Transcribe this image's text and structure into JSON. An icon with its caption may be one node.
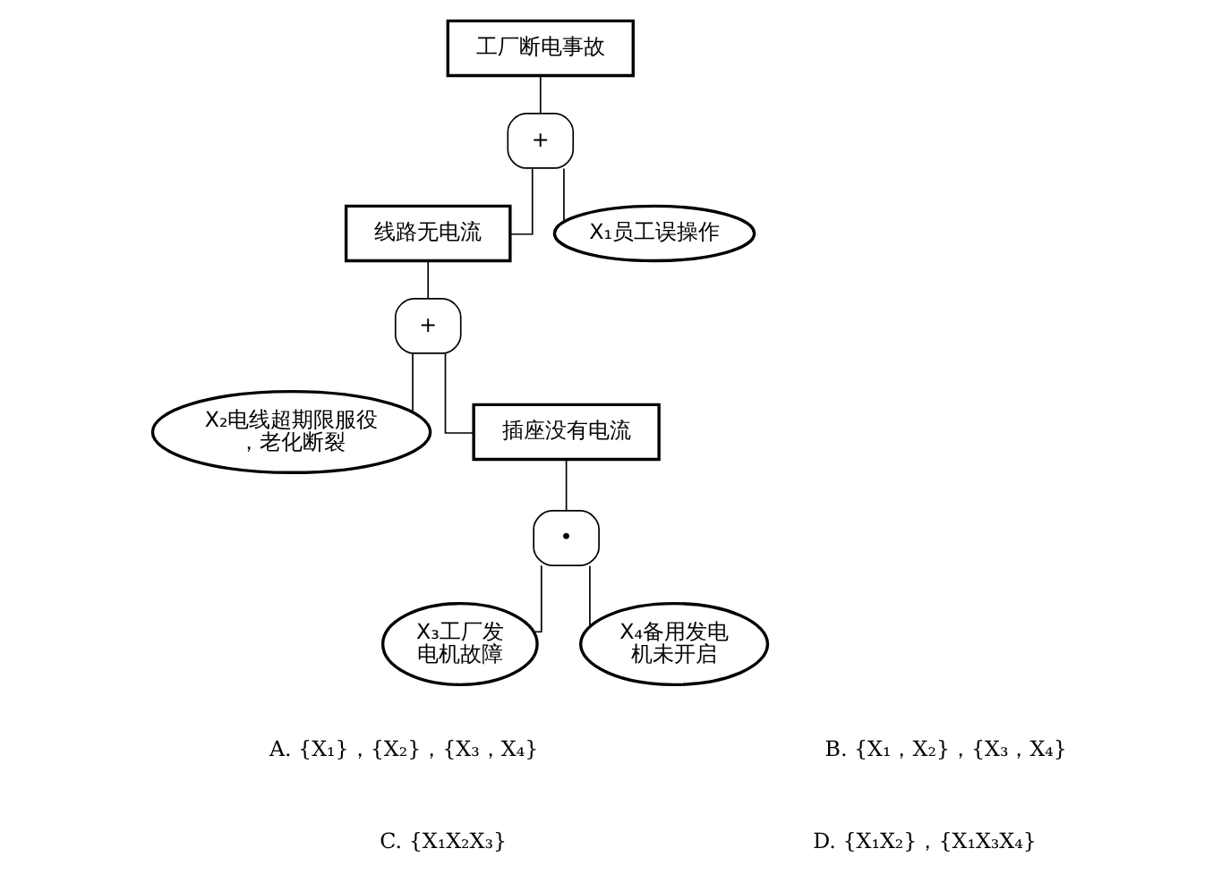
{
  "diagram": {
    "nodes": [
      {
        "text": [
          "工厂断电事故"
        ]
      },
      {
        "text": [
          "+"
        ]
      },
      {
        "text": [
          "线路无电流"
        ]
      },
      {
        "text": [
          "X₁员工误操作"
        ]
      },
      {
        "text": [
          "+"
        ]
      },
      {
        "text": [
          "X₂电线超期限服役，老化断裂"
        ]
      },
      {
        "text": [
          "插座没有电流"
        ]
      },
      {
        "text": [
          "•"
        ]
      },
      {
        "text": [
          "X₃工厂发电机故障"
        ]
      },
      {
        "text": [
          "X₄备用发电机未开启"
        ]
      }
    ],
    "edges": [
      {
        "from": 0,
        "to": 1,
        "arrow": "none"
      },
      {
        "from": 1,
        "to": 2,
        "arrow": "none"
      },
      {
        "from": 1,
        "to": 3,
        "arrow": "none"
      },
      {
        "from": 2,
        "to": 4,
        "arrow": "none"
      },
      {
        "from": 4,
        "to": 5,
        "arrow": "none"
      },
      {
        "from": 4,
        "to": 6,
        "arrow": "none"
      },
      {
        "from": 6,
        "to": 7,
        "arrow": "none"
      },
      {
        "from": 7,
        "to": 8,
        "arrow": "none"
      },
      {
        "from": 7,
        "to": 9,
        "arrow": "none"
      }
    ],
    "labels": [
      "A. {X₁}，{X₂}，{X₃，X₄}",
      "B. {X₁，X₂}，{X₃，X₄}",
      "C. {X₁X₂X₃}",
      "D. {X₁X₂}，{X₁X₃X₄}"
    ]
  }
}
